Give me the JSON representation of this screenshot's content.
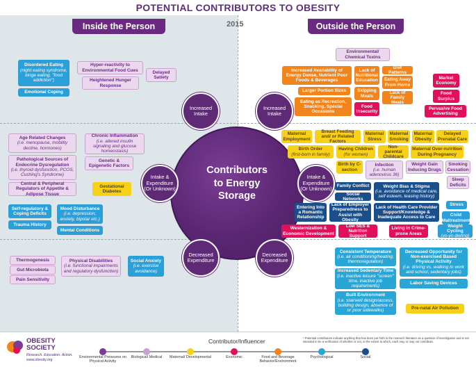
{
  "header": {
    "title": "POTENTIAL CONTRIBUTORS TO OBESITY",
    "year": "2015",
    "inside_label": "Inside the Person",
    "outside_label": "Outside the Person"
  },
  "center": {
    "line1": "Contributors",
    "line2": "to Energy",
    "line3": "Storage"
  },
  "bubbles": {
    "inc_left": "Increased Intake",
    "inc_right": "Increased Intake",
    "ie_left": "Intake & Expenditure (Or Unknown)",
    "ie_right": "Intake & Expenditure (Or Unknown)",
    "dec_left": "Decreased Expenditure",
    "dec_right": "Decreased Expenditure"
  },
  "inside_intake": {
    "disordered_eating": "Disordered Eating",
    "disordered_eating_ex": "(night eating syndrome, binge eating, \"food addiction\")",
    "emotional_coping": "Emotional Coping",
    "hyper_reactivity": "Hyper-reactivity to Environmental Food Cues",
    "heightened_hunger": "Heightened Hunger Response",
    "delayed_satiety": "Delayed Satiety"
  },
  "inside_mixed": {
    "age_changes": "Age Related Changes",
    "age_changes_ex": "(i.e. menopause, mobility decline, hormones)",
    "endocrine": "Pathological Sources of Endocrine Dysregulation",
    "endocrine_ex": "(i.e. thyroid dysfunction, PCOS, Cushing's Syndrome)",
    "regulators": "Central & Peripheral Regulators of Appetite & Adipose Tissue",
    "chronic_inflammation": "Chronic Inflammation",
    "chronic_inflammation_ex": "(i.e. altered insulin signaling and glucose homeostasis)",
    "genetic": "Genetic & Epigenetic Factors",
    "gestational": "Gestational Diabetes",
    "self_regulatory": "Self-regulatory & Coping Deficits",
    "trauma": "Trauma History",
    "mood": "Mood Disturbance",
    "mood_ex": "(i.e. depression; anxiety, bipolar etc.)",
    "mental_conditions": "Mental Conditions"
  },
  "inside_expenditure": {
    "thermogenesis": "Thermogenesis",
    "gut_microbiota": "Gut Microbiota",
    "pain_sensitivity": "Pain Sensitivity",
    "physical_disabilities": "Physical Disabilities",
    "physical_disabilities_ex": "(i.e. functional impairments and regulatory dysfunction)",
    "social_anxiety": "Social Anxiety",
    "social_anxiety_ex": "(i.e. exercise avoidance)"
  },
  "outside_intake": {
    "chemical_toxins": "Environmental/ Chemical Toxins",
    "availability": "Increased Availability of Energy Dense, Nutrient Poor Foods & Beverages",
    "portion_sizes": "Larger Portion Sizes",
    "eating_recreation": "Eating as Recreation, Snacking, Special Occasions",
    "nutritional_education": "Lack of Nutritional Education",
    "skipping_meals": "Skipping Meals",
    "food_insecurity": "Food Insecurity",
    "diet_patterns": "Diet Patterns",
    "eating_away": "Eating Away From Home",
    "family_meals": "Lack of Family Meals",
    "market_economy": "Market Economy",
    "food_surplus": "Food Surplus",
    "pervasive_advertising": "Pervasive Food Advertising"
  },
  "outside_mixed": {
    "maternal_employment": "Maternal Employment",
    "breast_feeding": "Breast Feeding and/ or Related Factors",
    "maternal_stress": "Maternal Stress",
    "maternal_smoking": "Maternal Smoking",
    "maternal_obesity": "Maternal Obesity",
    "delayed_prenatal": "Delayed Prenatal Care",
    "birth_order": "Birth Order",
    "birth_order_ex": "(first-born in family)",
    "having_children": "Having Children",
    "having_children_ex": "(for women)",
    "nonparental_childcare": "Non-parental Childcare",
    "overnutrition": "Maternal Over-nutrition During Pregnancy",
    "birth_by_c": "Birth by C-section",
    "infection": "Infection",
    "infection_ex": "(i.e. human adenovirus 36)",
    "weight_gain_drugs": "Weight Gain Inducing Drugs",
    "smoking_cessation": "Smoking Cessation",
    "sleep_deficits": "Sleep Deficits",
    "family_conflict": "Family Conflict",
    "weight_bias": "Weight Bias & Stigma",
    "weight_bias_ex": "(i.e. avoidance of medical care, self esteem, teasing history)",
    "social_networks": "Social Networks",
    "romantic": "Entering Into a Romantic Relationship",
    "employer": "Lack of Employer Preparedness to Assist with Obesity",
    "health_provider": "Lack of Health Care Provider Support/Knowledge & Inadequate Access to Care",
    "stress": "Stress",
    "child_maltreatment": "Child Maltreatment",
    "westernization": "Westernization & Economic Development",
    "low_ses": "Low SES & Nutrition Support",
    "crime_prone": "Living in Crime-prone Areas",
    "weight_cycling": "Weight Cycling",
    "weight_cycling_ex": "(yo-yo dieting)"
  },
  "outside_expenditure": {
    "consistent_temp": "Consistent Temperature",
    "consistent_temp_ex": "(i.e. air conditioning/heating, thermoregulation)",
    "sedentary_time": "Increased Sedentary Time",
    "sedentary_time_ex": "(i.e. inactive leisure \"screen\" time, inactive job requirements)",
    "built_environment": "Built Environment",
    "built_environment_ex": "(i.e. stairwell design/access, building design, absence of or poor sidewalks)",
    "non_exercised": "Decreased Opportunity for Non-exercised Based Physical Activity",
    "non_exercised_ex": "(i.e. driving vs. walking to work and school, sedentary jobs)",
    "labor_saving": "Labor Saving Devices",
    "prenatal_air": "Pre-natal Air Pollution"
  },
  "footer": {
    "logo_line1": "OBESITY",
    "logo_line2": "SOCIETY",
    "tagline": "Research. Education. Action.",
    "url": "www.obesity.org",
    "legend_title": "Contributor/Influencer",
    "footnote": "* Potential contributors indicate anything that has been put forth in the research literature as a question of investigation and is not intended to be a verification of whether or not, or the extent to which, each may or may not contribute.",
    "legend": [
      {
        "label": "Environmental Pressures on Physical Activity",
        "color": "#7a3d93"
      },
      {
        "label": "Biological/ Medical",
        "color": "#c9a0d1"
      },
      {
        "label": "Maternal/ Developmental",
        "color": "#f6d117"
      },
      {
        "label": "Economic",
        "color": "#e0105d"
      },
      {
        "label": "Food and Beverage Behavior/Environment",
        "color": "#f2841c"
      },
      {
        "label": "Psychological",
        "color": "#2aa6d6"
      },
      {
        "label": "Social",
        "color": "#1b4f8c"
      }
    ]
  }
}
